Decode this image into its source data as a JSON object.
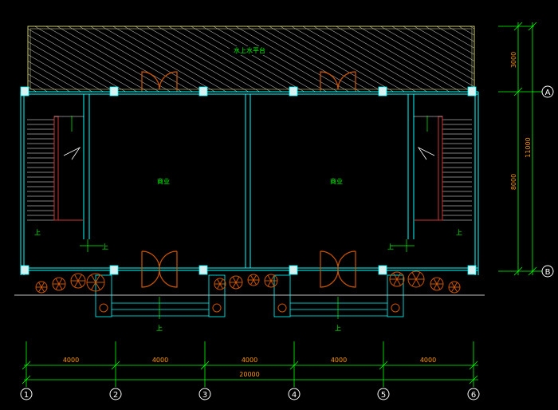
{
  "drawing": {
    "platform_label": "水上水平台",
    "room_left_label": "商业",
    "room_right_label": "商业",
    "stair_up_label": "上",
    "dims_vertical": [
      "3000",
      "11000",
      "8000"
    ],
    "dims_horizontal": [
      "4000",
      "4000",
      "4000",
      "4000",
      "4000"
    ],
    "dim_total": "20000",
    "axis_rows": [
      "A",
      "B"
    ],
    "axis_cols": [
      "1",
      "2",
      "3",
      "4",
      "5",
      "6"
    ]
  },
  "colors": {
    "background": "#000000",
    "wall": "#00ffff",
    "dimension": "#00ff00",
    "dim_text": "#ff9900",
    "door": "#cc5500",
    "hatch": "#ffffff",
    "stair_red": "#cc3333",
    "axis": "#ffffff"
  }
}
